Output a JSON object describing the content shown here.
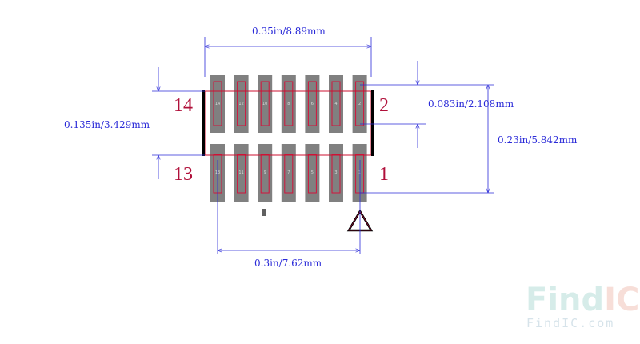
{
  "dimensions": {
    "total_width": "0.35in/8.89mm",
    "pad_length": "0.135in/3.429mm",
    "pad_spacing": "0.083in/2.108mm",
    "row_span": "0.23in/5.842mm",
    "pin_span": "0.3in/7.62mm"
  },
  "pins": {
    "top_left": "14",
    "top_right": "2",
    "bottom_left": "13",
    "bottom_right": "1"
  },
  "pads": {
    "top": [
      "14",
      "12",
      "10",
      "8",
      "6",
      "4",
      "2"
    ],
    "bottom": [
      "13",
      "11",
      "9",
      "7",
      "5",
      "3",
      "1"
    ]
  },
  "watermark": {
    "logo_prefix": "Find",
    "logo_suffix": "IC",
    "url": "FindIC.com"
  },
  "colors": {
    "dimension": "#2a2ad8",
    "pad": "#808080",
    "pad_outline": "#d2143c",
    "pin_label": "#b0103a",
    "body_line": "#cc1030",
    "silkscreen": "#000000"
  }
}
